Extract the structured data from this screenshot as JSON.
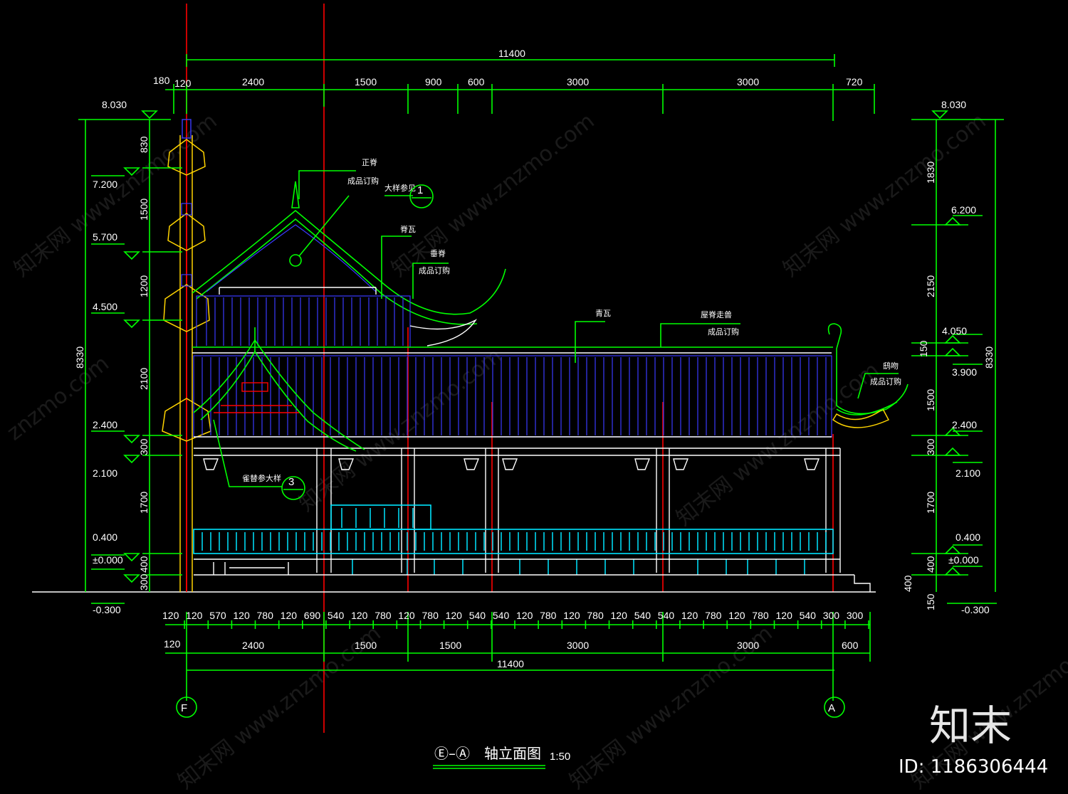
{
  "drawing": {
    "title_prefix": "Ⓔ–Ⓐ",
    "title_main": "轴立面图",
    "scale": "1:50",
    "axis_left": "F",
    "axis_right": "A"
  },
  "annotations": {
    "ridge_label_1": "正脊",
    "ridge_label_2": "成品订购",
    "detail_ref_text": "大样参见",
    "detail_1": "1",
    "ridge_side": "脊瓦",
    "tile_label_1": "垂脊",
    "tile_label_2": "成品订购",
    "roof_tile": "青瓦",
    "eave_label_1": "屋脊走兽",
    "eave_label_2": "成品订购",
    "right_label_1": "鸱吻",
    "right_label_2": "成品订购",
    "lower_label": "雀替参大样",
    "detail_3": "3"
  },
  "top_dims": {
    "overall": "11400",
    "row": [
      "180",
      "120",
      "2400",
      "1500",
      "900",
      "600",
      "3000",
      "3000",
      "720"
    ]
  },
  "bottom_dims": {
    "row1": [
      "120",
      "120",
      "570",
      "120",
      "780",
      "120",
      "690",
      "540",
      "120",
      "780",
      "120",
      "780",
      "120",
      "540",
      "540",
      "120",
      "780",
      "120",
      "780",
      "120",
      "540",
      "540",
      "120",
      "780",
      "120",
      "780",
      "120",
      "540",
      "300",
      "300"
    ],
    "row2": [
      "120",
      "2400",
      "1500",
      "1500",
      "3000",
      "3000",
      "600"
    ],
    "overall": "11400"
  },
  "left_levels": [
    "8.030",
    "7.200",
    "5.700",
    "4.500",
    "2.400",
    "2.100",
    "0.400",
    "±0.000",
    "-0.300"
  ],
  "left_dims": [
    "830",
    "1500",
    "1200",
    "2100",
    "300",
    "1700",
    "400",
    "300"
  ],
  "left_total": "8330",
  "right_levels": [
    "8.030",
    "6.200",
    "4.050",
    "3.900",
    "2.400",
    "2.100",
    "0.400",
    "±0.000",
    "-0.300"
  ],
  "right_dims": [
    "1830",
    "2150",
    "150",
    "1500",
    "300",
    "1700",
    "400",
    "150"
  ],
  "right_total": "8330",
  "watermarks": [
    "知末网 www.znzmo.com",
    "znzmo.com"
  ],
  "brand": {
    "logo_text": "知末",
    "image_id": "ID: 1186306444"
  }
}
